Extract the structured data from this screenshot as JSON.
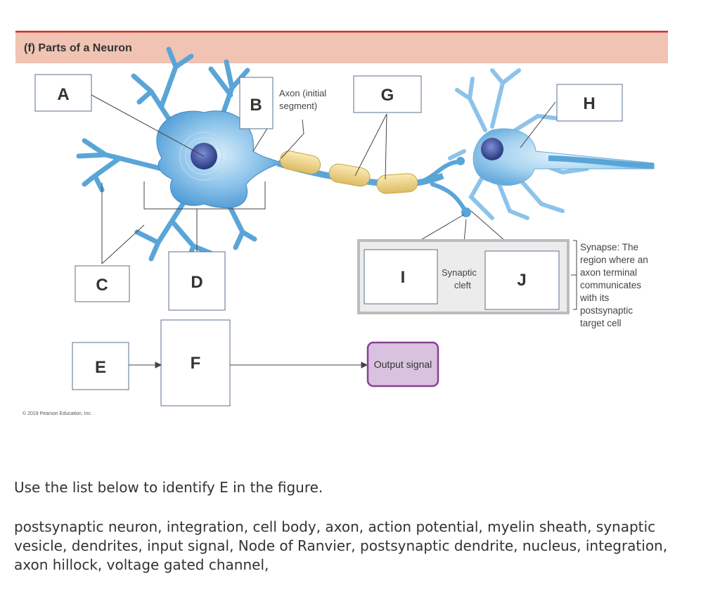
{
  "figure": {
    "title": "(f) Parts of a Neuron",
    "axon_note": [
      "Axon (initial",
      "segment)"
    ],
    "synaptic_cleft_note": [
      "Synaptic",
      "cleft"
    ],
    "synapse_note": [
      "Synapse: The",
      "region where an",
      "axon terminal",
      "communicates",
      "with its",
      "postsynaptic",
      "target cell"
    ],
    "output_signal": "Output signal",
    "copyright": "© 2019 Pearson Education, Inc.",
    "labels": {
      "A": "A",
      "B": "B",
      "C": "C",
      "D": "D",
      "E": "E",
      "F": "F",
      "G": "G",
      "H": "H",
      "I": "I",
      "J": "J"
    },
    "colors": {
      "title_bar": "#f0c3b3",
      "title_border": "#c9302c",
      "neuron": "#5aa5d8",
      "neuron_light": "#a9d4f0",
      "nucleus": "#2e3f8f",
      "myelin": "#f2d98b",
      "output_fill": "#d9c2df",
      "output_border": "#8b3e97"
    }
  },
  "question": "Use the list below to identify E in the figure.",
  "word_list": "postsynaptic neuron, integration, cell body, axon, action potential, myelin sheath, synaptic vesicle, dendrites, input signal, Node of Ranvier, postsynaptic dendrite, nucleus, integration, axon hillock, voltage gated channel,"
}
